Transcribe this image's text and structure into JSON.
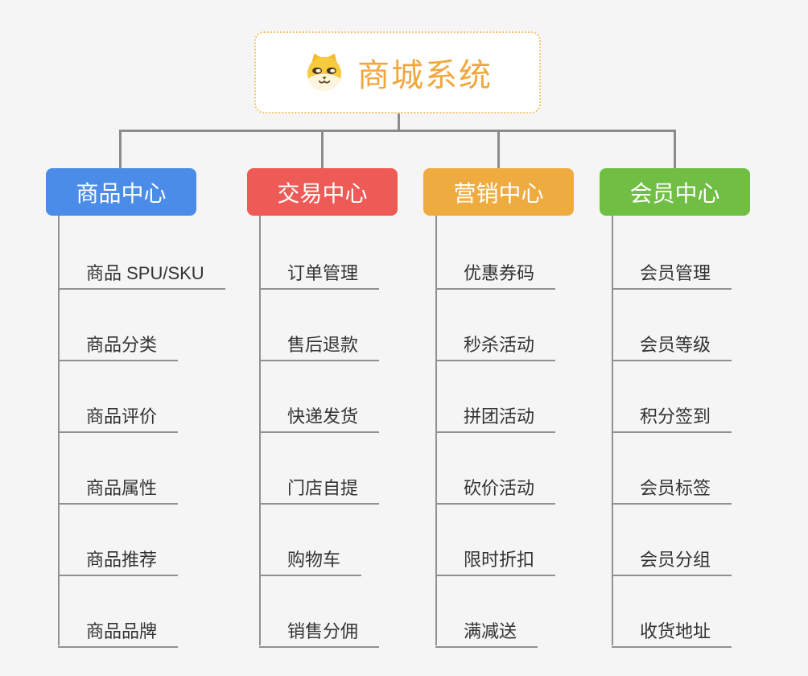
{
  "page": {
    "background": "#F5F5F5",
    "connector_color": "#8C8C8C"
  },
  "root": {
    "title": "商城系统",
    "icon": "dog-face-icon",
    "text_color": "#F0A73E",
    "border_color": "#F5C26B"
  },
  "branches": [
    {
      "label": "商品中心",
      "color": "#4A8CE8",
      "items": [
        "商品 SPU/SKU",
        "商品分类",
        "商品评价",
        "商品属性",
        "商品推荐",
        "商品品牌"
      ]
    },
    {
      "label": "交易中心",
      "color": "#EE5B56",
      "items": [
        "订单管理",
        "售后退款",
        "快递发货",
        "门店自提",
        "购物车",
        "销售分佣"
      ]
    },
    {
      "label": "营销中心",
      "color": "#EEAC40",
      "items": [
        "优惠券码",
        "秒杀活动",
        "拼团活动",
        "砍价活动",
        "限时折扣",
        "满减送"
      ]
    },
    {
      "label": "会员中心",
      "color": "#70BF44",
      "items": [
        "会员管理",
        "会员等级",
        "积分签到",
        "会员标签",
        "会员分组",
        "收货地址"
      ]
    }
  ]
}
